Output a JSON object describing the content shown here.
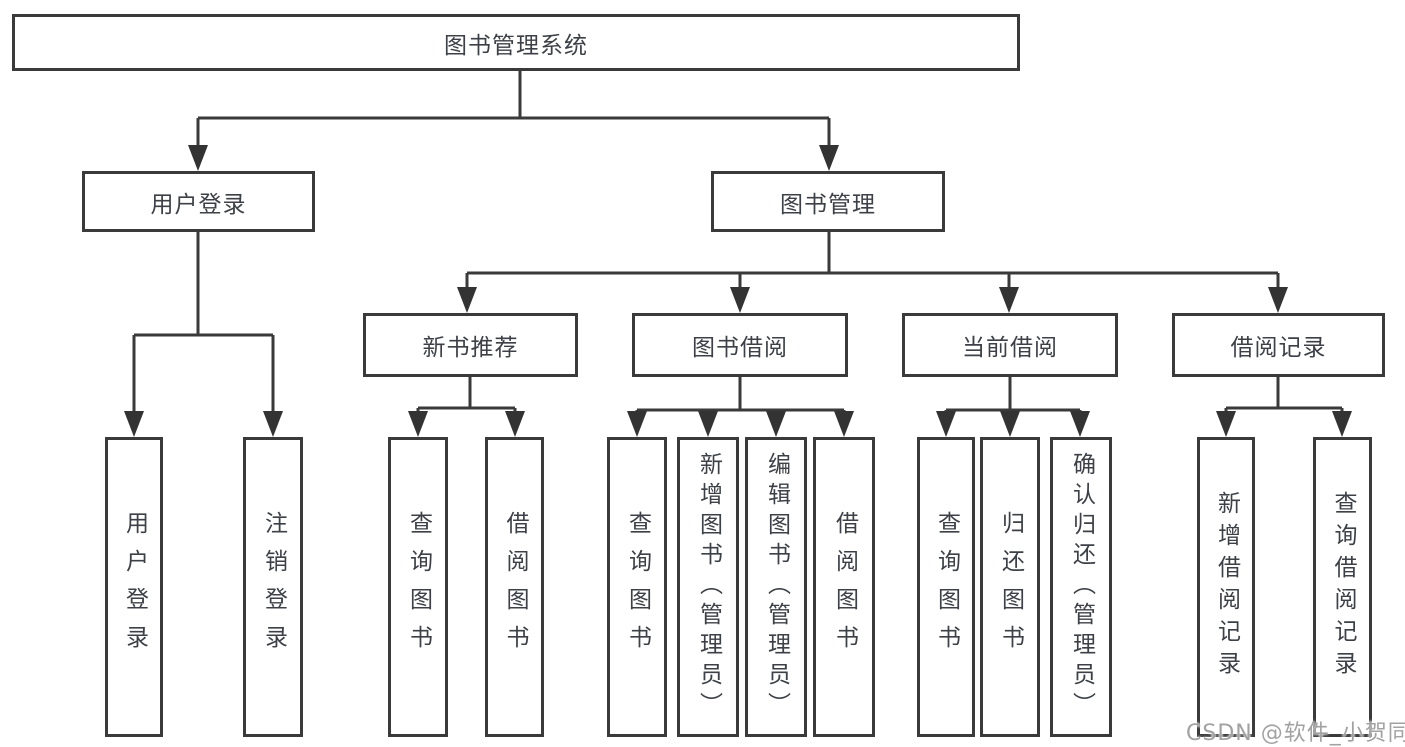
{
  "root": {
    "label": "图书管理系统"
  },
  "branches": [
    {
      "label": "用户登录",
      "leaves": [
        "用户登录",
        "注销登录"
      ]
    },
    {
      "label": "图书管理",
      "groups": [
        {
          "label": "新书推荐",
          "leaves": [
            "查询图书",
            "借阅图书"
          ]
        },
        {
          "label": "图书借阅",
          "leaves": [
            "查询图书",
            "新增图书（管理员）",
            "编辑图书（管理员）",
            "借阅图书"
          ]
        },
        {
          "label": "当前借阅",
          "leaves": [
            "查询图书",
            "归还图书",
            "确认归还（管理员）"
          ]
        },
        {
          "label": "借阅记录",
          "leaves": [
            "新增借阅记录",
            "查询借阅记录"
          ]
        }
      ]
    }
  ],
  "watermark": "CSDN @软件_小贺同学",
  "colors": {
    "line": "#3a3a3a",
    "text": "#3d4147",
    "background": "#ffffff",
    "watermark": "#a2a2a2"
  }
}
